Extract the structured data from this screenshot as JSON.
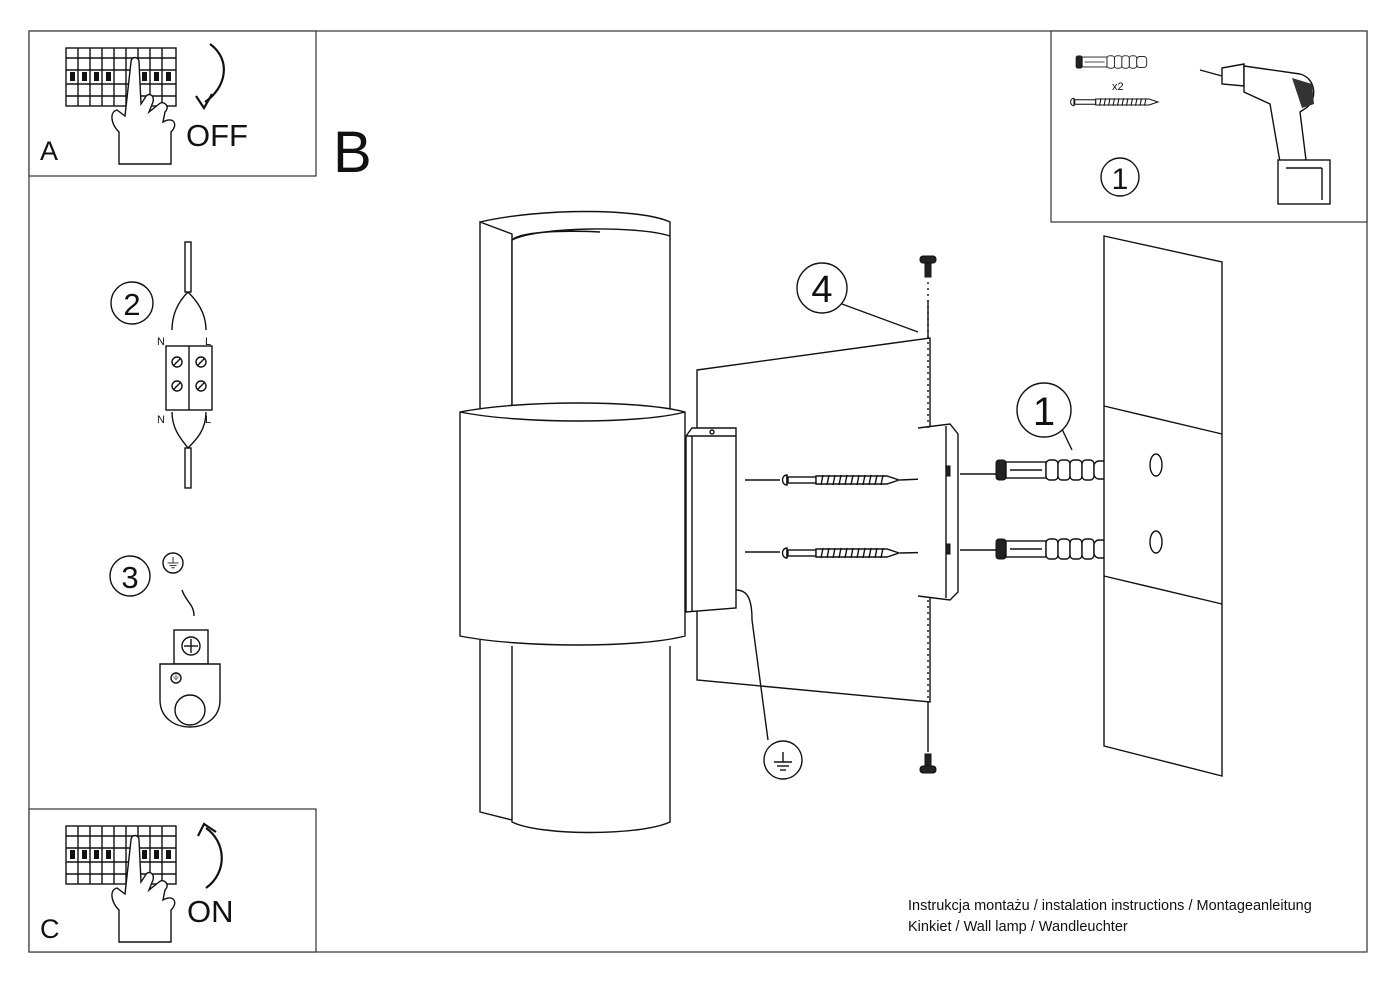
{
  "panels": {
    "a": {
      "letter": "A",
      "state": "OFF"
    },
    "b": {
      "letter": "B"
    },
    "c": {
      "letter": "C",
      "state": "ON"
    }
  },
  "tools_panel": {
    "dowel_count": "x2",
    "step": "1"
  },
  "wiring": {
    "step": "2",
    "neutral_top": "N",
    "live_top": "L",
    "neutral_bottom": "N",
    "live_bottom": "L"
  },
  "ground_step": {
    "step": "3"
  },
  "assembly": {
    "callout_bracket": "4",
    "callout_dowels": "1"
  },
  "footer": {
    "line1": "Instrukcja montażu / instalation instructions / Montageanleitung",
    "line2": "Kinkiet / Wall lamp / Wandleuchter"
  },
  "icons": [
    "breaker-panel-icon",
    "hand-icon",
    "curved-arrow-icon",
    "ground-symbol-icon",
    "drill-icon",
    "screw-icon",
    "wall-plug-icon"
  ]
}
